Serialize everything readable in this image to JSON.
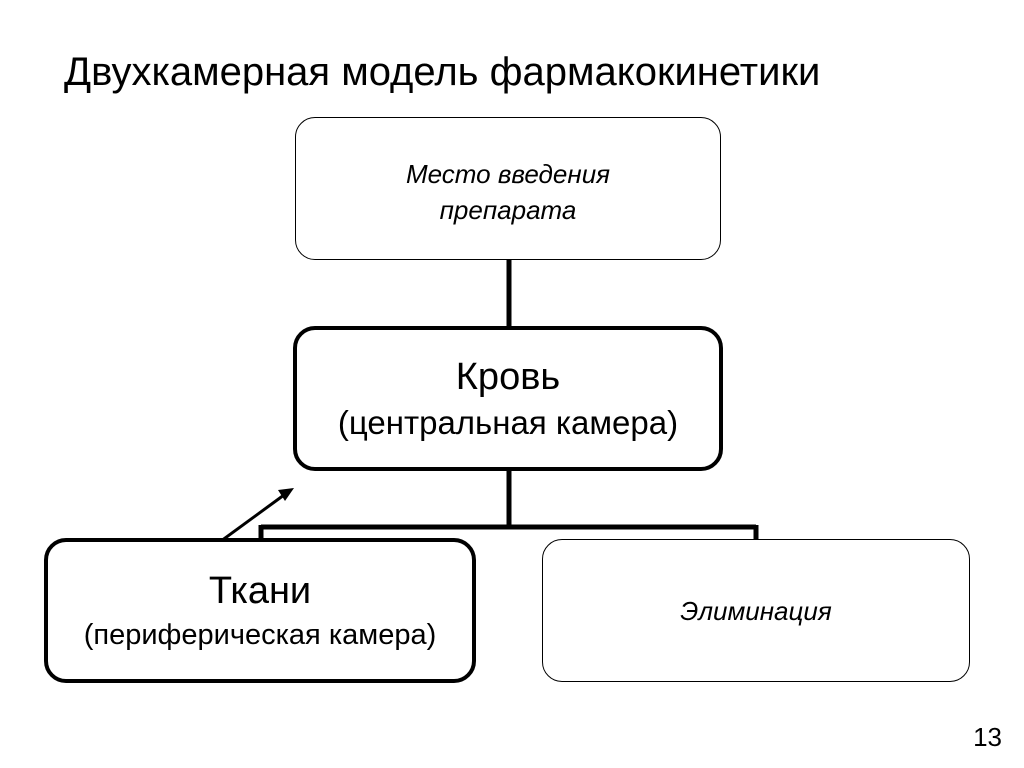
{
  "title": "Двухкамерная модель фармакокинетики",
  "page_number": "13",
  "nodes": {
    "administration_site": {
      "line1": "Место введения",
      "line2": "препарата"
    },
    "blood": {
      "label": "Кровь",
      "sublabel": "(центральная камера)"
    },
    "tissues": {
      "label": "Ткани",
      "sublabel": "(периферическая камера)"
    },
    "elimination": {
      "label": "Элиминация"
    }
  }
}
